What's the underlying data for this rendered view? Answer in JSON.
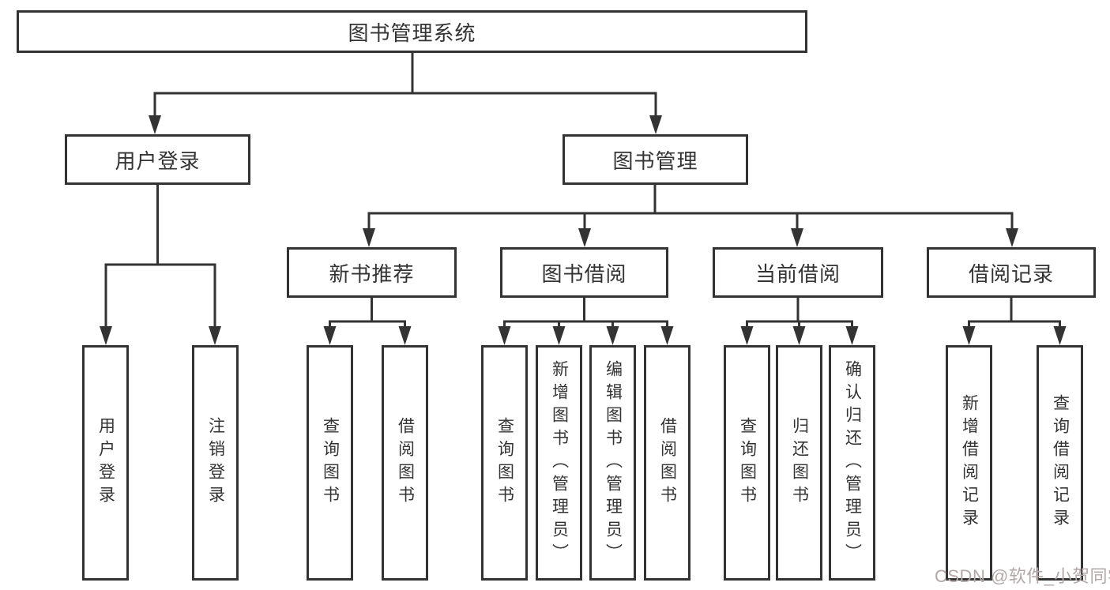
{
  "diagram": {
    "root": {
      "label": "图书管理系统"
    },
    "level2": [
      {
        "label": "用户登录"
      },
      {
        "label": "图书管理"
      }
    ],
    "level3": [
      {
        "label": "新书推荐"
      },
      {
        "label": "图书借阅"
      },
      {
        "label": "当前借阅"
      },
      {
        "label": "借阅记录"
      }
    ],
    "leaves": {
      "user_login": [
        {
          "label": "用户登录"
        },
        {
          "label": "注销登录"
        }
      ],
      "new_book_recommend": [
        {
          "label": "查询图书"
        },
        {
          "label": "借阅图书"
        }
      ],
      "book_borrowing": [
        {
          "label": "查询图书"
        },
        {
          "label": "新增图书（管理员）"
        },
        {
          "label": "编辑图书（管理员）"
        },
        {
          "label": "借阅图书"
        }
      ],
      "current_borrowing": [
        {
          "label": "查询图书"
        },
        {
          "label": "归还图书"
        },
        {
          "label": "确认归还（管理员）"
        }
      ],
      "borrow_records": [
        {
          "label": "新增借阅记录"
        },
        {
          "label": "查询借阅记录"
        }
      ]
    },
    "colors": {
      "line": "#333333",
      "box_border": "#333333",
      "text": "#333333",
      "background": "#ffffff"
    }
  },
  "watermark": {
    "text": "CSDN @软件_小贺同学",
    "color": "#b3a7a7"
  }
}
